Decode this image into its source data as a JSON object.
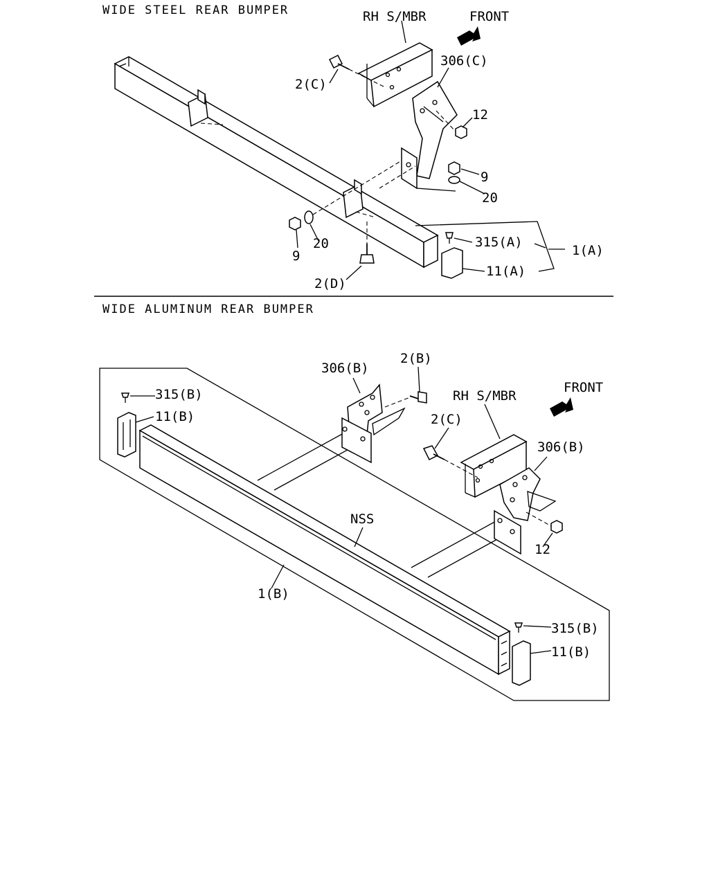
{
  "steel": {
    "title": "WIDE STEEL REAR BUMPER",
    "rh_smbr": "RH S/MBR",
    "front": "FRONT",
    "labels": {
      "bolt_2c": "2(C)",
      "bracket_306c": "306(C)",
      "nut_12": "12",
      "nut_9_right": "9",
      "washer_20_right": "20",
      "nut_9_left": "9",
      "washer_20_left": "20",
      "screw_315a": "315(A)",
      "assembly_1a": "1(A)",
      "cap_11a": "11(A)",
      "bolt_2d": "2(D)"
    }
  },
  "aluminum": {
    "title": "WIDE ALUMINUM REAR BUMPER",
    "rh_smbr": "RH S/MBR",
    "front": "FRONT",
    "labels": {
      "bracket_306b_left": "306(B)",
      "bolt_2b": "2(B)",
      "screw_315b_left": "315(B)",
      "cap_11b_left": "11(B)",
      "bolt_2c": "2(C)",
      "bracket_306b_right": "306(B)",
      "nut_12": "12",
      "nss": "NSS",
      "bumper_1b": "1(B)",
      "screw_315b_right": "315(B)",
      "cap_11b_right": "11(B)"
    }
  },
  "colors": {
    "ink": "#000000",
    "paper": "#ffffff"
  }
}
